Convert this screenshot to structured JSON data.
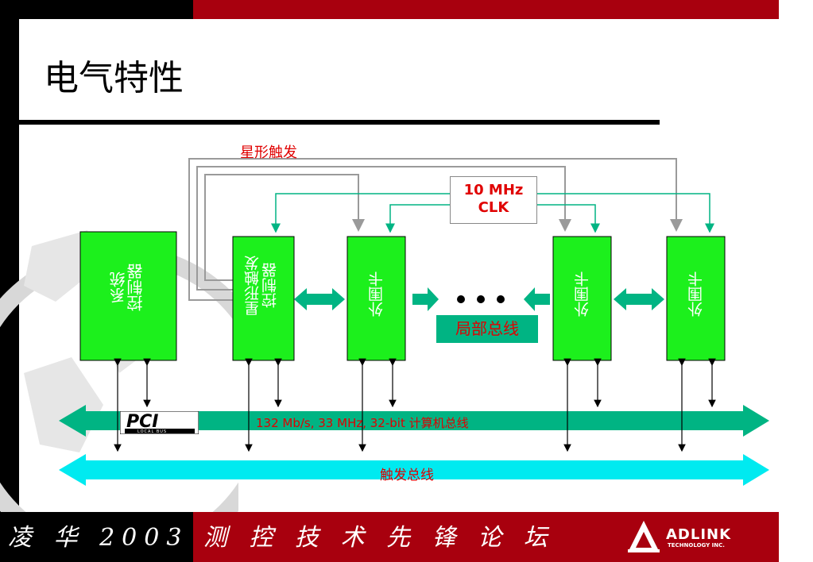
{
  "slide": {
    "title": "电气特性",
    "footer": "凌 华 2003 测 控 技 术 先 锋 论 坛"
  },
  "logo": {
    "name": "ADLINK",
    "tagline": "TECHNOLOGY INC."
  },
  "diagram": {
    "star_trigger_label": "星形触发",
    "clock": {
      "line1": "10 MHz",
      "line2": "CLK"
    },
    "modules": {
      "system_controller": "系统\n控制器",
      "star_trigger_controller": "星形触发\n控制器",
      "peripheral_1": "外围卡",
      "peripheral_2": "外围卡",
      "peripheral_3": "外围卡"
    },
    "local_bus_label": "局部总线",
    "pci_logo_text": "PCI",
    "pci_logo_subtext": "LOCAL BUS",
    "pci_bus_label": "132 Mb/s, 33 MHz, 32-bit 计算机总线",
    "trigger_bus_label": "触发总线"
  },
  "colors": {
    "module_green": "#1cf01c",
    "bus_teal": "#00b483",
    "trigger_cyan": "#00eaf0",
    "accent_red": "#a8000e",
    "label_red": "#e00000"
  }
}
